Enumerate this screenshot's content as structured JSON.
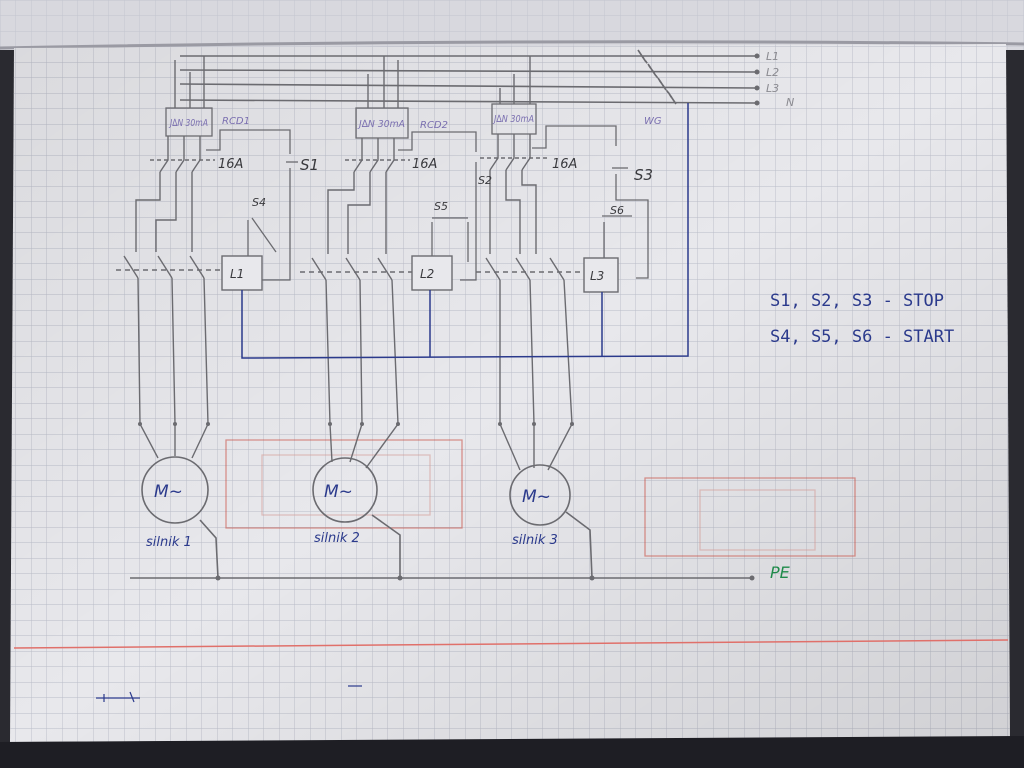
{
  "diagram": {
    "supply_lines": [
      "L1",
      "L2",
      "L3",
      "N"
    ],
    "main_switch": "WG",
    "rcd_blocks": [
      {
        "rating": "J∆N 30mA",
        "label": "RCD1"
      },
      {
        "rating": "J∆N 30mA",
        "label": "RCD2"
      },
      {
        "rating": "J∆N 30mA",
        "label": ""
      }
    ],
    "breakers": [
      "16A",
      "16A",
      "16A"
    ],
    "stop_buttons": [
      "S1",
      "S2",
      "S3"
    ],
    "start_buttons": [
      "S4",
      "S5",
      "S6"
    ],
    "contactor_coils": [
      "L1",
      "L2",
      "L3"
    ],
    "motors": [
      {
        "symbol": "M~",
        "caption": "silnik 1"
      },
      {
        "symbol": "M~",
        "caption": "silnik 2"
      },
      {
        "symbol": "M~",
        "caption": "silnik 3"
      }
    ],
    "legend": [
      "S1, S2, S3 - STOP",
      "S4, S5, S6 - START"
    ],
    "ground": "PE"
  },
  "colors": {
    "paper": "#e8e8ec",
    "grid": "#b9bcc8",
    "pencil": "#6b6b70",
    "ink_blue": "#2b3a8c",
    "ink_green": "#1f8a4a",
    "ink_red": "#c8473b"
  }
}
